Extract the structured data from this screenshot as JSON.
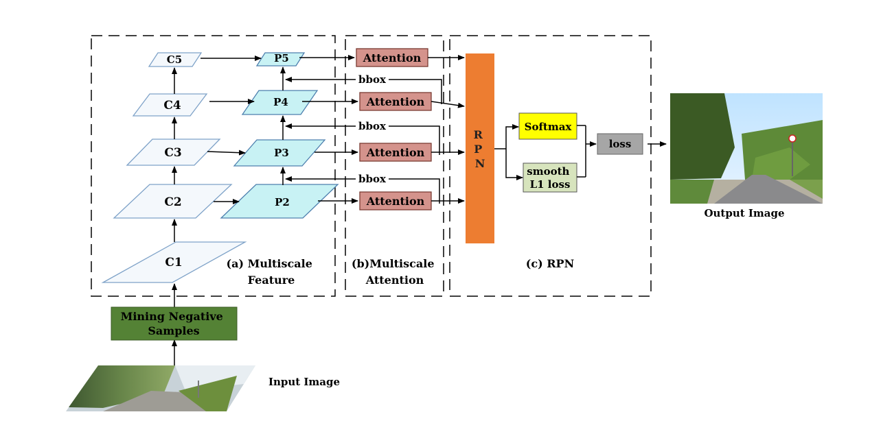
{
  "sections": {
    "multiscale_feature": "(a) Multiscale\nFeature",
    "multiscale_attention": "(b)Multiscale\nAttention",
    "rpn": "(c) RPN"
  },
  "backbone": [
    "C1",
    "C2",
    "C3",
    "C4",
    "C5"
  ],
  "pyramid": [
    "P2",
    "P3",
    "P4",
    "P5"
  ],
  "attention_label": "Attention",
  "bbox_label": "bbox",
  "rpn_block": "R\nP\nN",
  "softmax": "Softmax",
  "smooth_l1": "smooth\nL1 loss",
  "loss": "loss",
  "mining": "Mining Negative\nSamples",
  "input_caption": "Input Image",
  "output_caption": "Output Image",
  "colors": {
    "backbone_fill": "#f4f8fc",
    "backbone_stroke": "#7ea2c8",
    "pyramid_fill": "#c8f2f4",
    "pyramid_stroke": "#4d7fae",
    "attention_fill": "#d4938c",
    "rpn_fill": "#ed7d31",
    "softmax_fill": "#ffff00",
    "smooth_fill": "#d7e4bd",
    "loss_fill": "#a6a6a6",
    "mining_fill": "#548235"
  }
}
